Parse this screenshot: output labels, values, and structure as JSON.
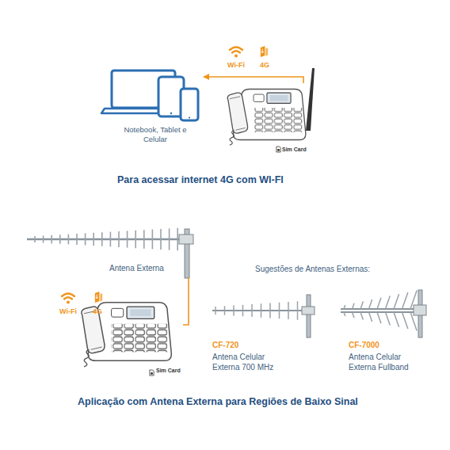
{
  "diagram": {
    "nodes": [
      {
        "text": [
          "Notebook, Tablet e Celular"
        ]
      },
      {
        "text": [
          "Sim Card"
        ]
      },
      {
        "text": [
          "Antena Externa"
        ]
      },
      {
        "text": [
          "Sim Card"
        ]
      },
      {
        "text": [
          "CF-720",
          "Antena Celular Externa 700 MHz"
        ]
      },
      {
        "text": [
          "CF-7000",
          "Antena Celular Externa Fullband"
        ]
      }
    ],
    "edges": [
      {
        "from": 1,
        "to": 0,
        "arrow": "to"
      },
      {
        "from": 2,
        "to": 3,
        "arrow": "none"
      }
    ],
    "labels": [
      "Wi-Fi",
      "4G",
      "Para acessar internet 4G com WI-FI",
      "Wi-Fi",
      "4G",
      "Sugestões de Antenas Externas:",
      "Aplicação com Antena Externa para Regiões de Baixo Sinal"
    ]
  }
}
